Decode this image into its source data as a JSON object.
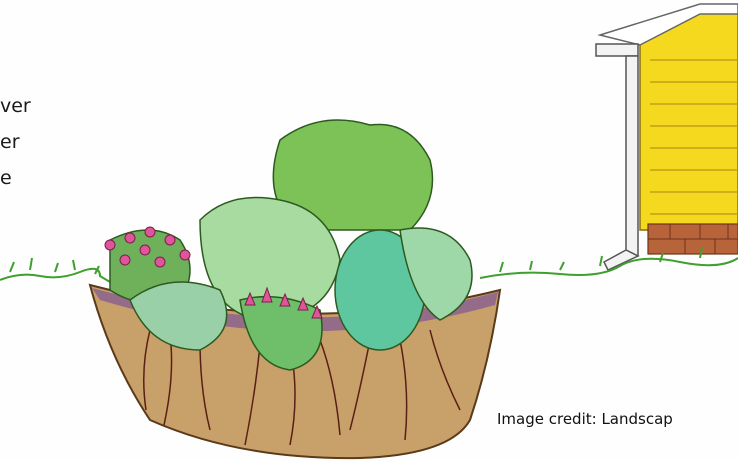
{
  "side_text": {
    "line1": "ver",
    "line2": "er",
    "line3": "e"
  },
  "credit": "Image credit: Landscap",
  "colors": {
    "house_siding": "#f5d91e",
    "brick": "#b8643a",
    "grass": "#4cb53a",
    "soil": "#c8a06a",
    "foliage": "#7cc257",
    "flowers": "#e0559a"
  }
}
